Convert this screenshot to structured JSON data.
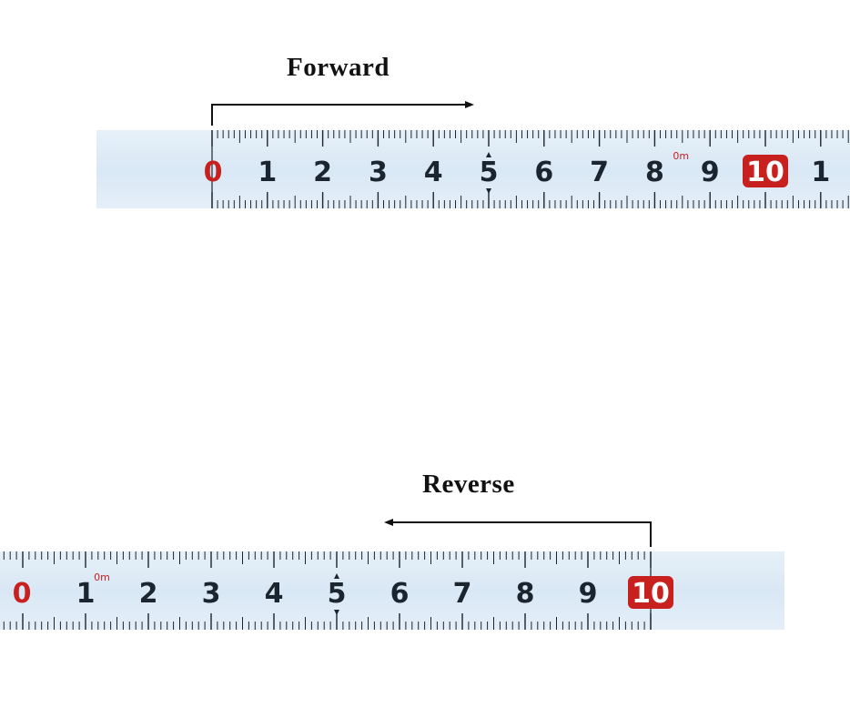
{
  "forward": {
    "title": "Forward",
    "numbers": [
      "0",
      "1",
      "2",
      "3",
      "4",
      "5",
      "6",
      "7",
      "8",
      "9",
      "10",
      "1"
    ],
    "sub_label": "0m"
  },
  "reverse": {
    "title": "Reverse",
    "numbers": [
      "10",
      "9",
      "8",
      "7",
      "6",
      "5",
      "4",
      "3",
      "2",
      "1",
      "0"
    ],
    "sub_label": "0m"
  },
  "colors": {
    "tape": "#dce9f5",
    "ink": "#1b2530",
    "accent_red": "#c8201f",
    "arrow": "#111111"
  }
}
